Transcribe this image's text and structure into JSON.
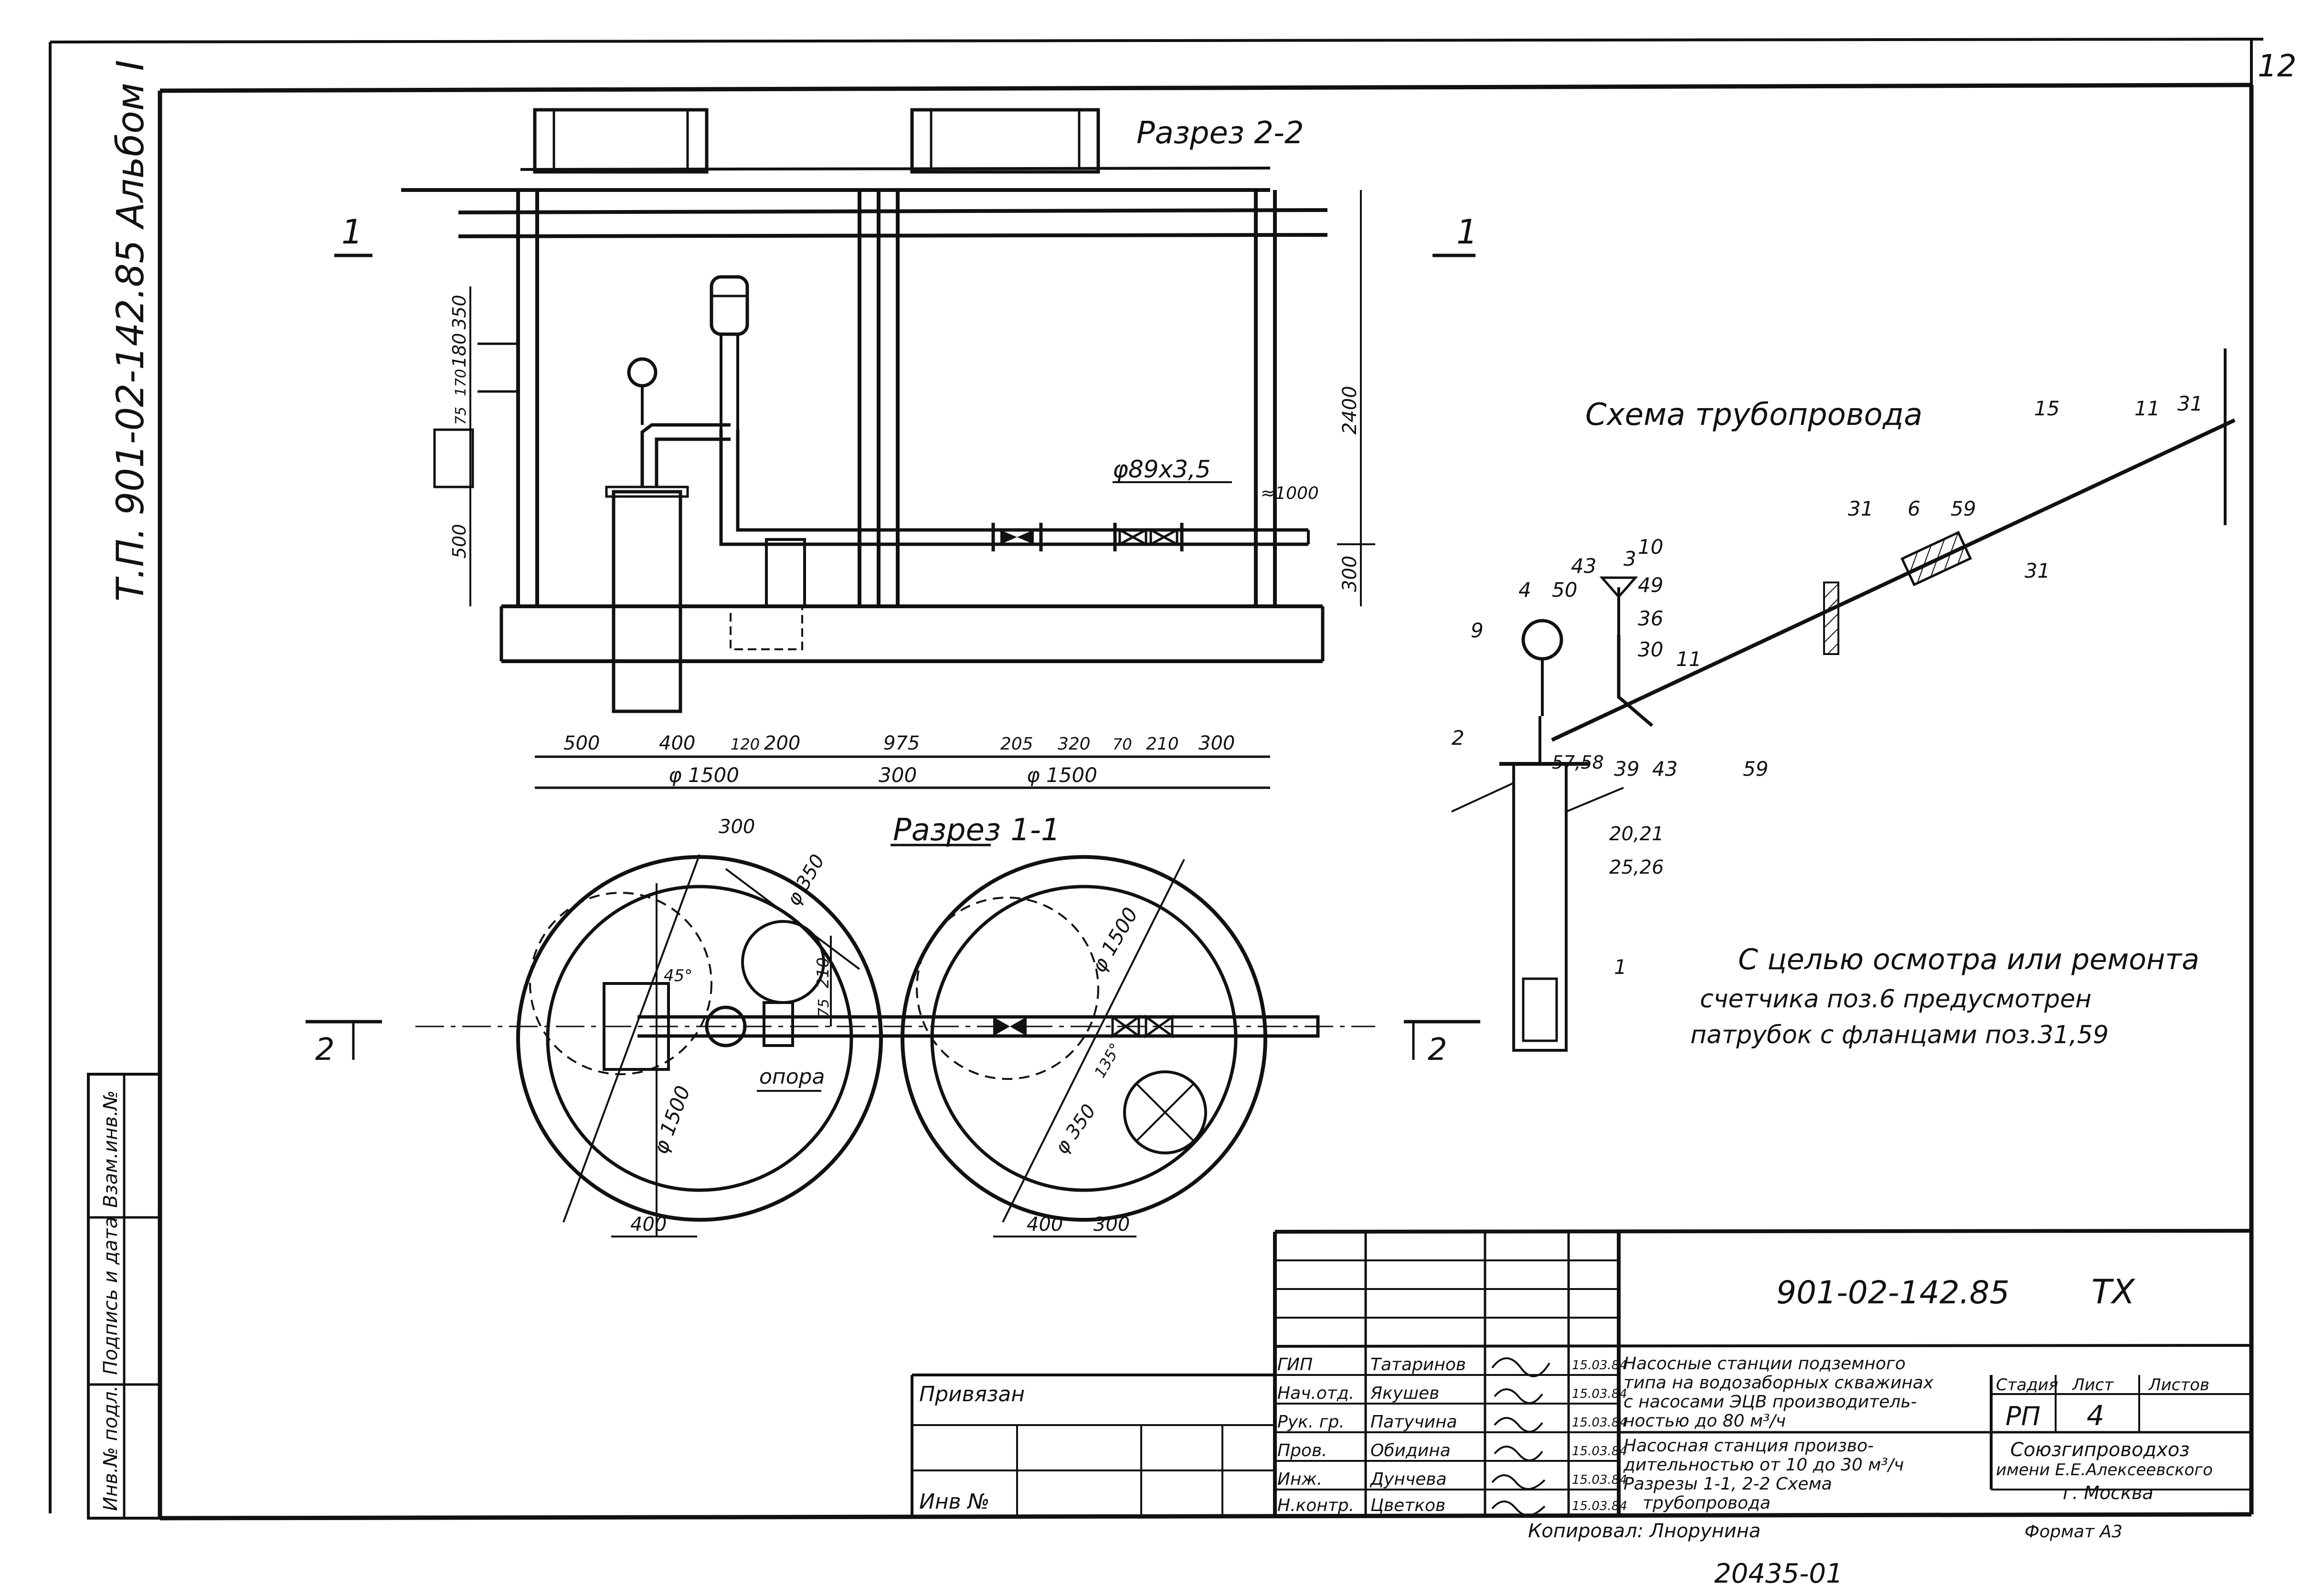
{
  "margin": {
    "album_code": "Т.П. 901-02-142.85 Альбом I",
    "corner_number": "12",
    "inv_podl": "Инв.№ подл.",
    "podpis_data": "Подпись и дата",
    "vzam_inv": "Взам.инв.№"
  },
  "section22": {
    "title": "Разрез 2-2",
    "cut_marks": [
      "1",
      "1"
    ],
    "pipe_label": "φ89х3,5",
    "pipe_length": "≈1000",
    "left_dims": [
      "350",
      "180",
      "170",
      "75",
      "500"
    ],
    "right_dims": [
      "2400",
      "300"
    ],
    "bottom_dims": [
      "500",
      "400",
      "120",
      "200",
      "975",
      "205",
      "320",
      "70",
      "210",
      "300"
    ],
    "diam_dims": [
      "φ 1500",
      "300",
      "φ 1500"
    ]
  },
  "section11": {
    "title": "Разрез 1-1",
    "dim_300": "300",
    "dim_350": "φ 350",
    "dim_45": "45°",
    "dim_210": "210",
    "dim_75": "75",
    "dim_1500_left": "φ 1500",
    "dim_1500_right": "φ 1500",
    "dim_135": "135°",
    "dim_350_right": "φ 350",
    "opora": "опора",
    "cut_left": "2",
    "cut_right": "2",
    "bottom_dims": [
      "400",
      "400",
      "300"
    ]
  },
  "scheme": {
    "title": "Схема трубопровода",
    "positions": [
      "3",
      "10",
      "43",
      "49",
      "4",
      "50",
      "36",
      "9",
      "30",
      "11",
      "2",
      "57,58",
      "39",
      "43",
      "59",
      "31",
      "6",
      "59",
      "31",
      "15",
      "11",
      "31",
      "20,21",
      "25,26",
      "1"
    ],
    "note": [
      "С целью осмотра или ремонта",
      "счетчика поз.6  предусмотрен",
      "патрубок с фланцами  поз.31,59"
    ]
  },
  "titleblock": {
    "doc_code": "901-02-142.85",
    "mark": "ТХ",
    "privyazan": "Привязан",
    "inv_no": "Инв № ",
    "roles": [
      "ГИП",
      "Нач.отд.",
      "Рук. гр.",
      "Пров.",
      "Инж.",
      "Н.контр."
    ],
    "names": [
      "Татаринов",
      "Якушев",
      "Патучина",
      "Обидина",
      "Дунчева",
      "Цветков"
    ],
    "dates": [
      "15.03.84",
      "15.03.84",
      "15.03.84",
      "15.03.84",
      "15.03.84",
      "15.03.84"
    ],
    "project_title": [
      "Насосные станции подземного",
      "типа на водозаборных скважинах",
      "с насосами ЭЦВ производитель-",
      "ностью до 80 м³/ч"
    ],
    "sheet_title": [
      "Насосная станция произво-",
      "дительностью от 10 до 30 м³/ч",
      "Разрезы 1-1, 2-2  Схема",
      "трубопровода"
    ],
    "stage_header": "Стадия",
    "sheet_header": "Лист",
    "sheets_header": "Листов",
    "stage": "РП",
    "sheet": "4",
    "sheets": "",
    "org": [
      "Союзгипроводхоз",
      "имени Е.Е.Алексеевского",
      "г. Москва"
    ],
    "copied_by": "Копировал: Лнорунина",
    "format": "Формат А3",
    "archive_no": "20435-01"
  }
}
